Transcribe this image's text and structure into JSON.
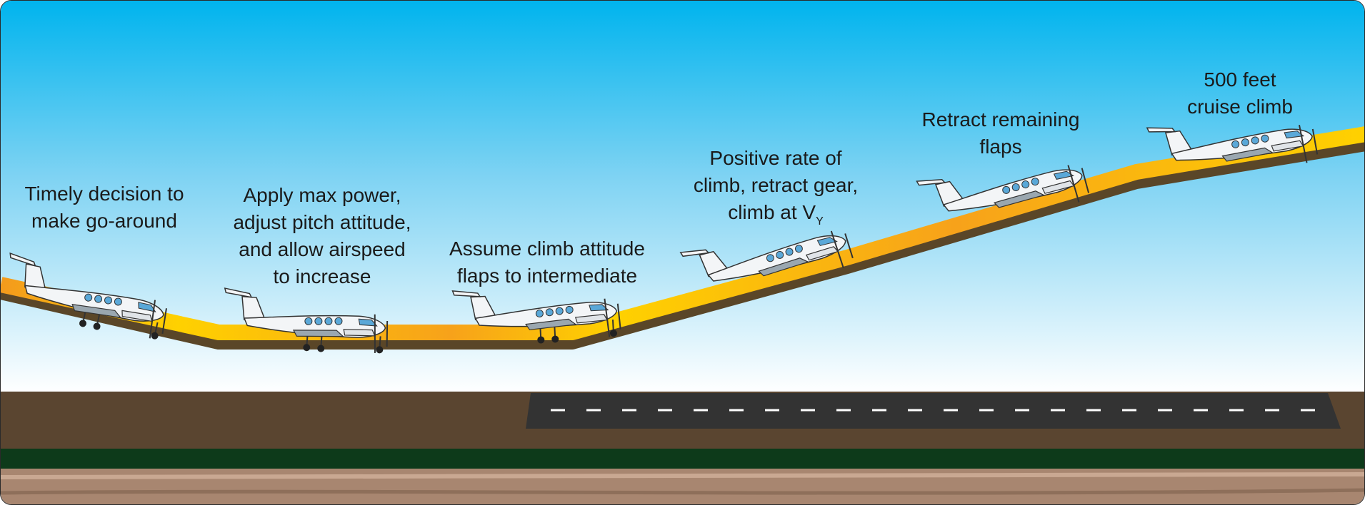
{
  "steps": [
    {
      "lines": [
        "Timely decision to",
        "make go-around"
      ]
    },
    {
      "lines": [
        "Apply max power,",
        "adjust pitch attitude,",
        "and allow airspeed",
        "to increase"
      ]
    },
    {
      "lines": [
        "Assume climb attitude",
        "flaps to intermediate"
      ]
    },
    {
      "lines": [
        "Positive rate of",
        "climb, retract gear,",
        "climb at V"
      ],
      "subscript": "Y"
    },
    {
      "lines": [
        "Retract remaining",
        "flaps"
      ]
    },
    {
      "lines": [
        "500 feet",
        "cruise climb"
      ]
    }
  ],
  "colors": {
    "sky_top": "#00b4ee",
    "sky_bottom": "#ffffff",
    "ground": "#5a4530",
    "runway": "#333333",
    "grass": "#0d3a1a",
    "soil": "#a88670",
    "path_yellow": "#ffd100",
    "path_orange": "#f39a1d",
    "path_shadow": "#5a4628"
  }
}
